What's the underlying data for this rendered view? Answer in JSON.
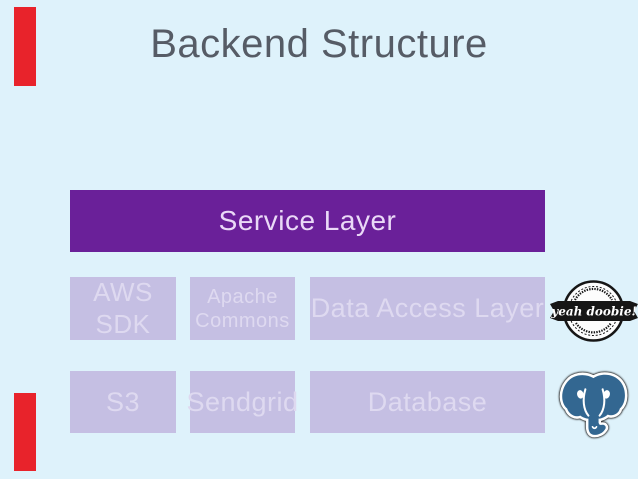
{
  "slide": {
    "title": "Backend Structure",
    "background_color": "#def2fb",
    "accent_bar_color": "#e8232b",
    "title_color": "#565c66"
  },
  "diagram": {
    "service_layer": {
      "label": "Service Layer",
      "color": "#6a2099",
      "text_color": "#ead9f7"
    },
    "box_color": "#c5bfe3",
    "box_text_color": "#ded9f0",
    "middle_row": [
      {
        "label": "AWS SDK"
      },
      {
        "label": "Apache Commons"
      },
      {
        "label": "Data Access Layer"
      }
    ],
    "bottom_row": [
      {
        "label": "S3"
      },
      {
        "label": "Sendgrid"
      },
      {
        "label": "Database"
      }
    ]
  },
  "stickers": {
    "badge": {
      "label": "yeah doobie!",
      "icon": "stamp-ribbon-badge-icon",
      "ribbon_color": "#161616"
    },
    "postgres": {
      "icon": "postgresql-elephant-icon",
      "color": "#336791"
    }
  }
}
